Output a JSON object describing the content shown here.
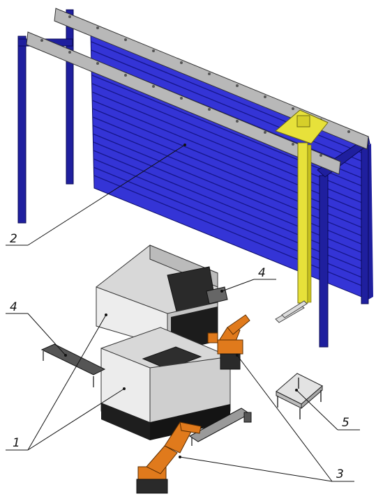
{
  "callouts": {
    "c1": "1",
    "c2": "2",
    "c3": "3",
    "c4_left": "4",
    "c4_right": "4",
    "c5": "5"
  },
  "colors": {
    "frame_blue": "#1f1f9e",
    "panel_blue": "#3434d6",
    "gantry_yellow": "#e7e13a",
    "robot_orange": "#e07a1c",
    "machine_grey": "#d8d8d8",
    "machine_dark": "#2a2a2a",
    "rail_grey": "#9a9a9a"
  },
  "icons": {
    "gantry": "gantry-frame-icon",
    "storage": "storage-rack-icon",
    "lathe": "cnc-lathe-icon",
    "robot": "industrial-robot-icon",
    "table": "work-table-icon",
    "conveyor": "conveyor-icon"
  }
}
